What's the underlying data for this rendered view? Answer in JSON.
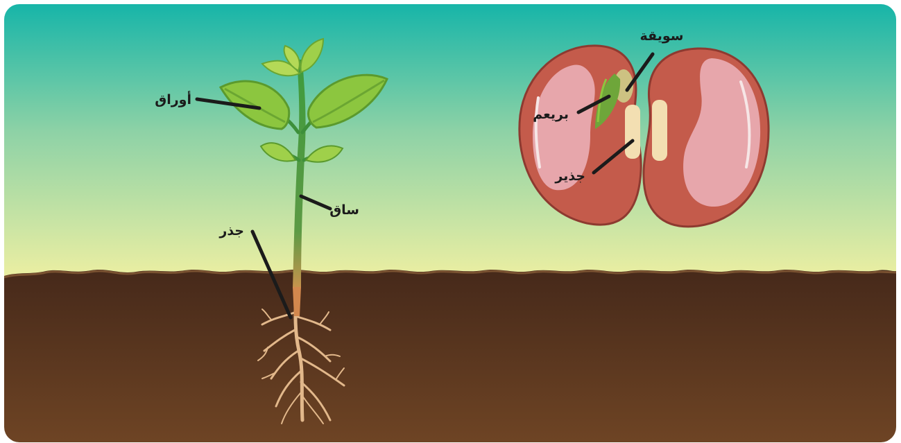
{
  "plant_labels": {
    "leaves": "أوراق",
    "stem": "ساق",
    "root": "جذر"
  },
  "seed_labels": {
    "hypocotyl": "سويقة",
    "plumule": "بريعم",
    "radicle": "جذير"
  },
  "colors": {
    "sky_top": "#17b5a8",
    "sky_bottom": "#f3f1a2",
    "soil_top": "#4a2c1a",
    "soil_bottom": "#6e4424",
    "leaf": "#8cc63f",
    "stem": "#3d8f3a",
    "seed_coat": "#c45b4b",
    "seed_inner": "#e7a6ab",
    "root": "#e2b88b"
  }
}
